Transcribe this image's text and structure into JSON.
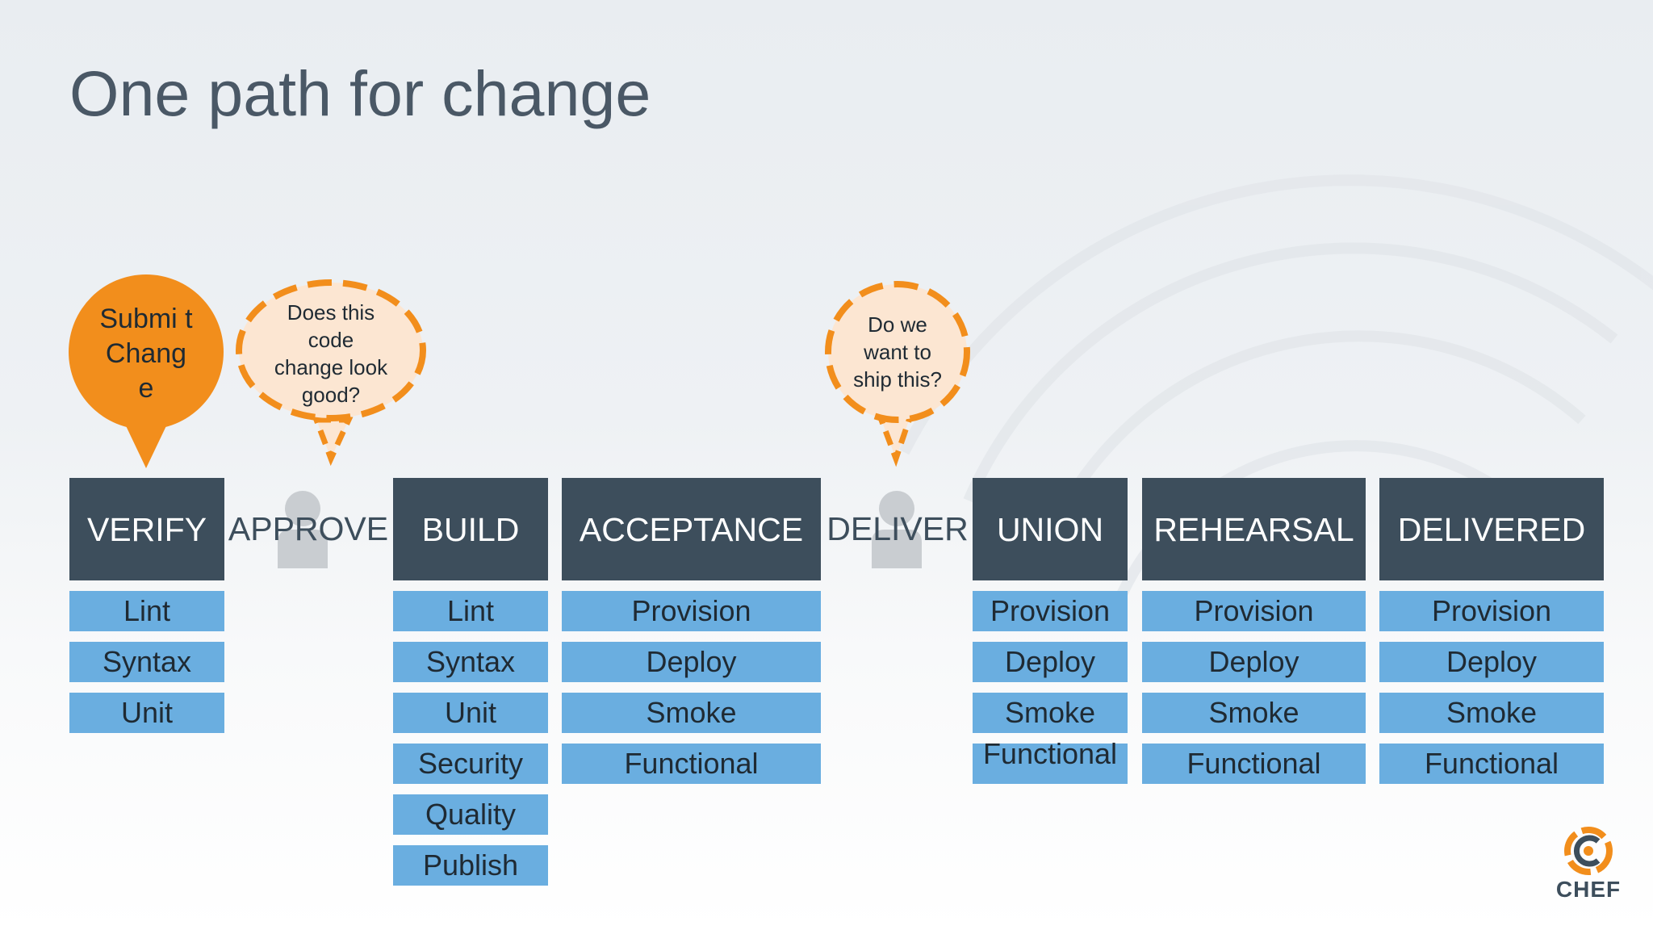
{
  "slide": {
    "title": "One path for change"
  },
  "colors": {
    "stage_bg": "#3d4e5c",
    "task_bg": "#6aaee0",
    "accent_orange": "#f28e1c",
    "bubble_fill": "#fce6d2"
  },
  "callouts": {
    "submit": "Submi t Chang e",
    "approve_question": "Does this code change look good?",
    "deliver_question": "Do we want to ship this?"
  },
  "stages": {
    "verify": {
      "label": "VERIFY",
      "tasks": [
        "Lint",
        "Syntax",
        "Unit"
      ]
    },
    "approve": {
      "label": "APPROVE"
    },
    "build": {
      "label": "BUILD",
      "tasks": [
        "Lint",
        "Syntax",
        "Unit",
        "Security",
        "Quality",
        "Publish"
      ]
    },
    "acceptance": {
      "label": "ACCEPTANCE",
      "tasks": [
        "Provision",
        "Deploy",
        "Smoke",
        "Functional"
      ]
    },
    "deliver": {
      "label": "DELIVER"
    },
    "union": {
      "label": "UNION",
      "tasks": [
        "Provision",
        "Deploy",
        "Smoke",
        "Functional"
      ]
    },
    "rehearsal": {
      "label": "REHEARSAL",
      "tasks": [
        "Provision",
        "Deploy",
        "Smoke",
        "Functional"
      ]
    },
    "delivered": {
      "label": "DELIVERED",
      "tasks": [
        "Provision",
        "Deploy",
        "Smoke",
        "Functional"
      ]
    }
  },
  "logo": {
    "text": "CHEF",
    "icon": "chef-logo-icon"
  }
}
